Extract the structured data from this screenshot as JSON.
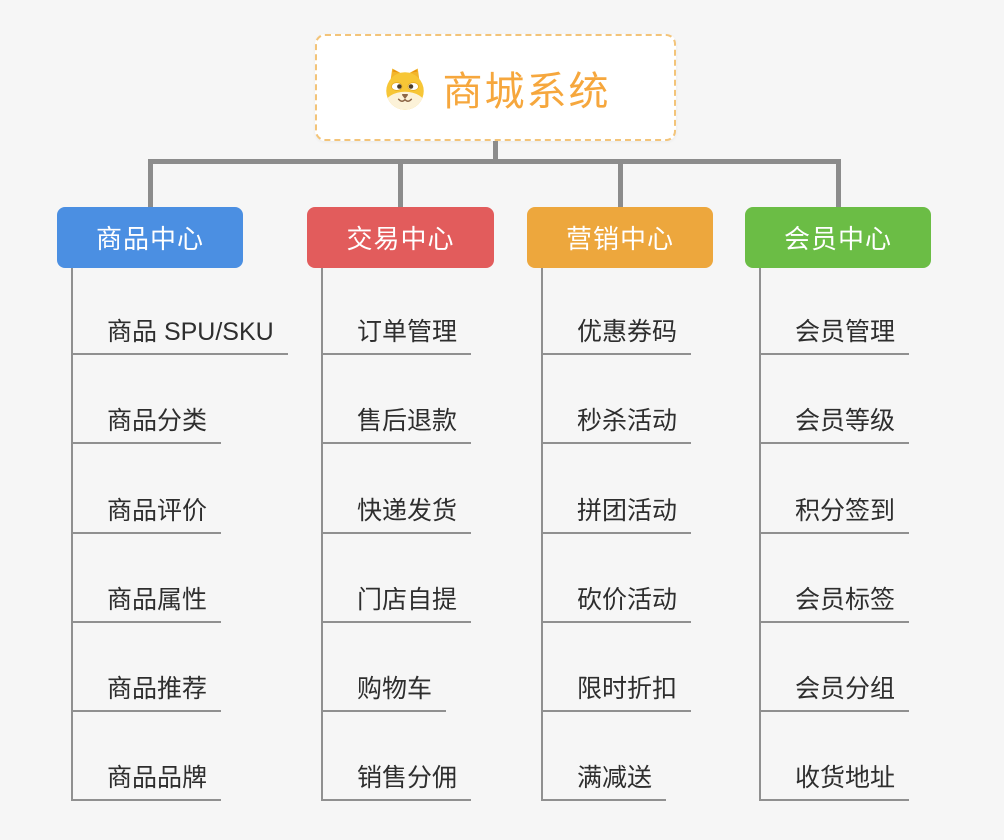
{
  "root": {
    "label": "商城系统",
    "icon": "dog-face-icon",
    "accent_color": "#f6a73d",
    "border_color": "#f3c479"
  },
  "branches": [
    {
      "label": "商品中心",
      "color": "#4b8fe2",
      "items": [
        "商品 SPU/SKU",
        "商品分类",
        "商品评价",
        "商品属性",
        "商品推荐",
        "商品品牌"
      ]
    },
    {
      "label": "交易中心",
      "color": "#e25c5c",
      "items": [
        "订单管理",
        "售后退款",
        "快递发货",
        "门店自提",
        "购物车",
        "销售分佣"
      ]
    },
    {
      "label": "营销中心",
      "color": "#eda73d",
      "items": [
        "优惠券码",
        "秒杀活动",
        "拼团活动",
        "砍价活动",
        "限时折扣",
        "满减送"
      ]
    },
    {
      "label": "会员中心",
      "color": "#6bbd45",
      "items": [
        "会员管理",
        "会员等级",
        "积分签到",
        "会员标签",
        "会员分组",
        "收货地址"
      ]
    }
  ],
  "colors": {
    "background": "#f6f6f6",
    "connector": "#8c8c8c",
    "item_line": "#909090",
    "item_text": "#2e2e2e"
  }
}
